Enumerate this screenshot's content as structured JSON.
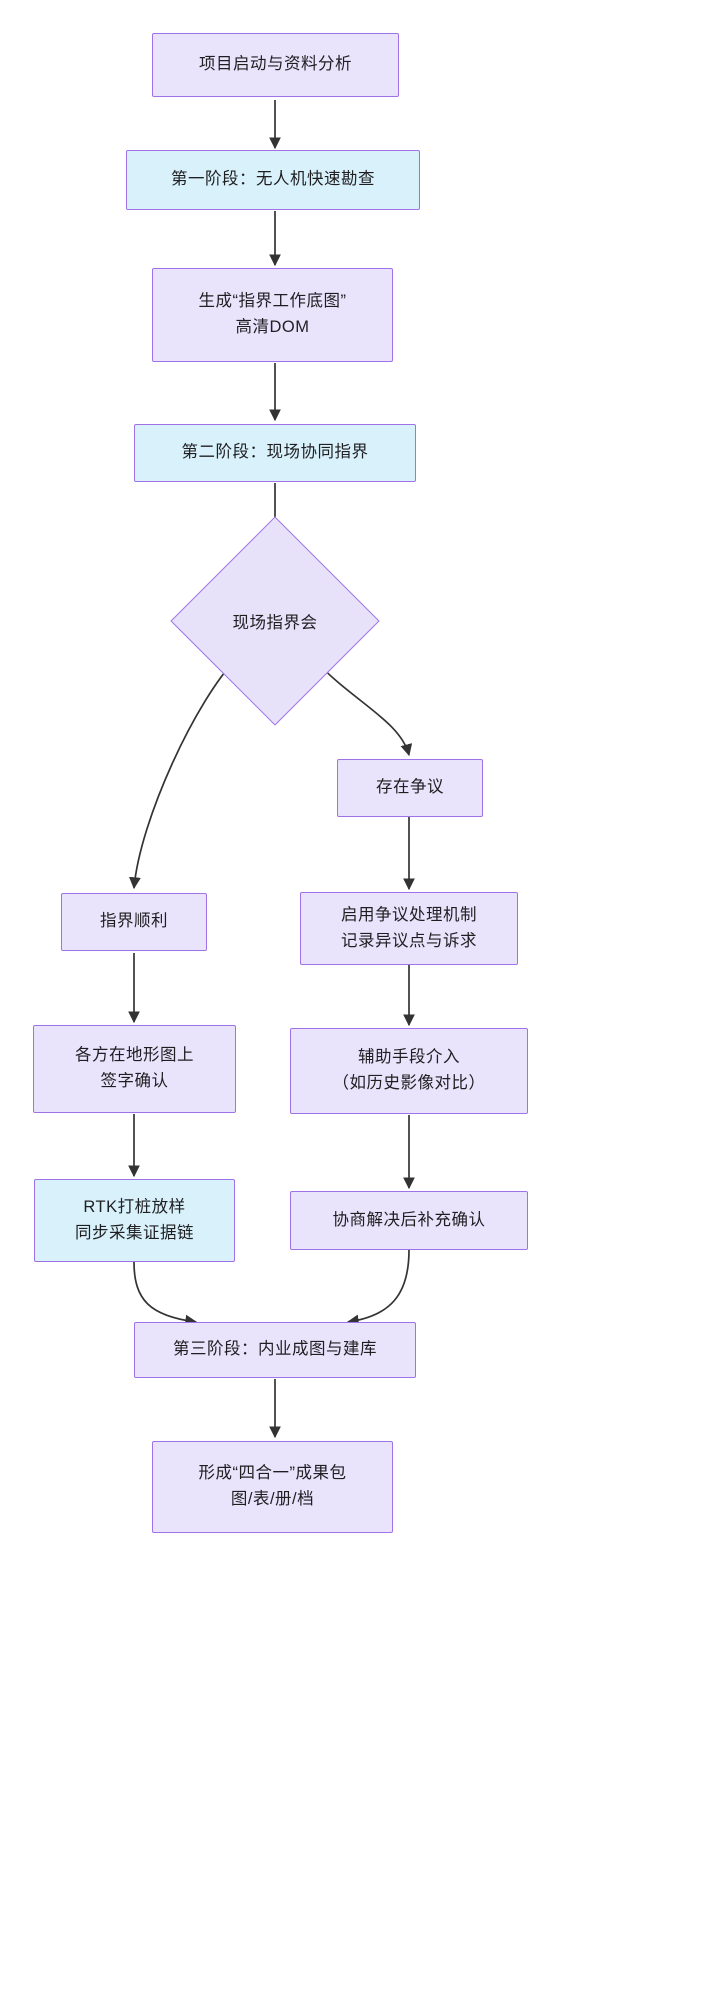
{
  "diagram": {
    "type": "flowchart",
    "direction": "top-to-bottom",
    "colors": {
      "node_fill_lavender": "#e9e3fb",
      "node_fill_cyan": "#d8f1fb",
      "node_border": "#9f72e8",
      "edge_stroke": "#333333",
      "text": "#1f1f22",
      "background": "#ffffff"
    },
    "nodes": [
      {
        "id": "n1",
        "label": "项目启动与资料分析",
        "shape": "rect",
        "fill": "lavender"
      },
      {
        "id": "n2",
        "label": "第一阶段：无人机快速勘查",
        "shape": "rect",
        "fill": "cyan"
      },
      {
        "id": "n3",
        "label": "生成“指界工作底图”\n高清DOM",
        "shape": "rect",
        "fill": "lavender"
      },
      {
        "id": "n4",
        "label": "第二阶段：现场协同指界",
        "shape": "rect",
        "fill": "cyan"
      },
      {
        "id": "n5",
        "label": "现场指界会",
        "shape": "diamond",
        "fill": "lavender"
      },
      {
        "id": "n6",
        "label": "存在争议",
        "shape": "rect",
        "fill": "lavender"
      },
      {
        "id": "n7",
        "label": "指界顺利",
        "shape": "rect",
        "fill": "lavender"
      },
      {
        "id": "n8",
        "label": "启用争议处理机制\n记录异议点与诉求",
        "shape": "rect",
        "fill": "lavender"
      },
      {
        "id": "n9",
        "label": "各方在地形图上\n签字确认",
        "shape": "rect",
        "fill": "lavender"
      },
      {
        "id": "n10",
        "label": "辅助手段介入\n（如历史影像对比）",
        "shape": "rect",
        "fill": "lavender"
      },
      {
        "id": "n11",
        "label": "RTK打桩放样\n同步采集证据链",
        "shape": "rect",
        "fill": "cyan"
      },
      {
        "id": "n12",
        "label": "协商解决后补充确认",
        "shape": "rect",
        "fill": "lavender"
      },
      {
        "id": "n13",
        "label": "第三阶段：内业成图与建库",
        "shape": "rect",
        "fill": "lavender"
      },
      {
        "id": "n14",
        "label": "形成“四合一”成果包\n图/表/册/档",
        "shape": "rect",
        "fill": "lavender"
      }
    ],
    "edges": [
      {
        "from": "n1",
        "to": "n2",
        "label": ""
      },
      {
        "from": "n2",
        "to": "n3",
        "label": ""
      },
      {
        "from": "n3",
        "to": "n4",
        "label": ""
      },
      {
        "from": "n4",
        "to": "n5",
        "label": ""
      },
      {
        "from": "n5",
        "to": "n7",
        "label": ""
      },
      {
        "from": "n5",
        "to": "n6",
        "label": ""
      },
      {
        "from": "n6",
        "to": "n8",
        "label": ""
      },
      {
        "from": "n7",
        "to": "n9",
        "label": ""
      },
      {
        "from": "n8",
        "to": "n10",
        "label": ""
      },
      {
        "from": "n9",
        "to": "n11",
        "label": ""
      },
      {
        "from": "n10",
        "to": "n12",
        "label": ""
      },
      {
        "from": "n11",
        "to": "n13",
        "label": ""
      },
      {
        "from": "n12",
        "to": "n13",
        "label": ""
      },
      {
        "from": "n13",
        "to": "n14",
        "label": ""
      }
    ]
  }
}
